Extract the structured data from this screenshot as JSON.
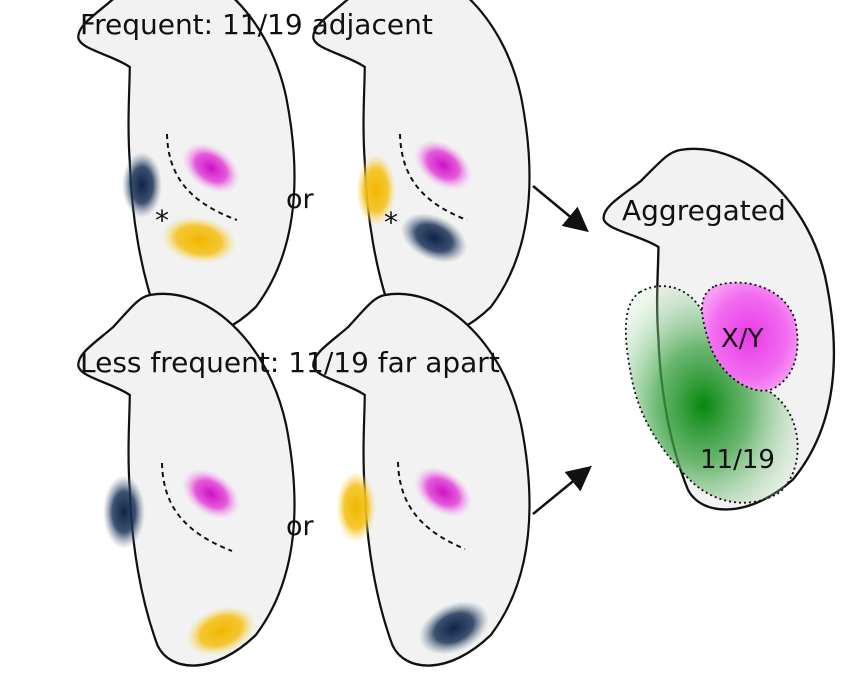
{
  "headings": {
    "frequent": "Frequent: 11/19 adjacent",
    "less_frequent": "Less frequent: 11/19 far apart",
    "aggregated": "Aggregated"
  },
  "connector_label": "or",
  "adjacency_marker": "*",
  "regions": {
    "xy": "X/Y",
    "chr11_19": "11/19"
  },
  "colors": {
    "nucleus_fill": "#f1f2f1",
    "outline": "#111111",
    "magenta": "#e23fd7",
    "navy": "#1c3358",
    "yellow": "#f4c21d",
    "green": "#0e8a1a",
    "pink_region": "#f26cf0"
  }
}
